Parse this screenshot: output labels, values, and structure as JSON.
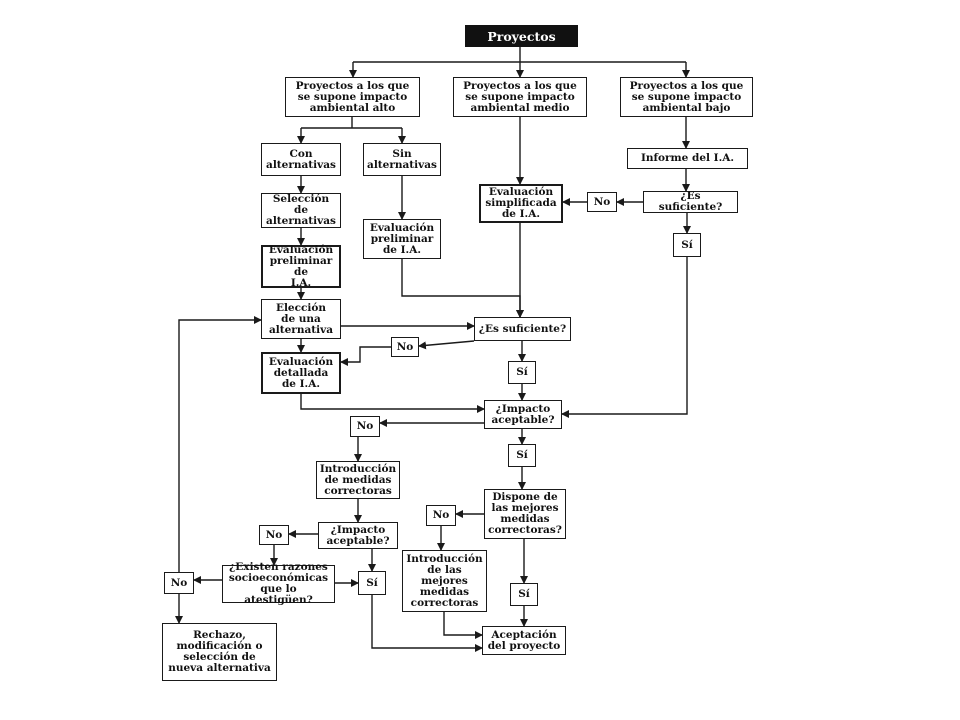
{
  "flowchart": {
    "root": "Proyectos",
    "impacto_alto": "Proyectos a los que\nse supone impacto\nambiental alto",
    "impacto_medio": "Proyectos a los que\nse supone impacto\nambiental medio",
    "impacto_bajo": "Proyectos a los que\nse supone impacto\nambiental bajo",
    "con_alternativas": "Con\nalternativas",
    "sin_alternativas": "Sin\nalternativas",
    "seleccion_alternativas": "Selección de\nalternativas",
    "evaluacion_preliminar_1": "Evaluación\npreliminar de\nI.A.",
    "evaluacion_preliminar_2": "Evaluación\npreliminar\nde I.A.",
    "eleccion_alternativa": "Elección\nde una\nalternativa",
    "evaluacion_detallada": "Evaluación\ndetallada\nde I.A.",
    "evaluacion_simplificada": "Evaluación\nsimplificada\nde I.A.",
    "informe_ia": "Informe del I.A.",
    "es_suficiente_bajo": "¿Es suficiente?",
    "no_suficiente_bajo": "No",
    "si_suficiente_bajo": "Sí",
    "es_suficiente_central": "¿Es suficiente?",
    "no_suficiente_central": "No",
    "si_suficiente_central": "Sí",
    "impacto_aceptable_1": "¿Impacto\naceptable?",
    "no_aceptable_1": "No",
    "si_aceptable_1": "Sí",
    "introduccion_medidas": "Introducción\nde medidas\ncorrectoras",
    "impacto_aceptable_2": "¿Impacto\naceptable?",
    "no_aceptable_2": "No",
    "razones_socioeconomicas": "¿Existen razones\nsocioeconómicas\nque lo atestigüen?",
    "no_razones": "No",
    "si_razones": "Sí",
    "rechazo": "Rechazo,\nmodificación o\nselección de\nnueva alternativa",
    "dispone_medidas": "Dispone de\nlas mejores\nmedidas\ncorrectoras?",
    "no_dispone": "No",
    "si_dispone": "Sí",
    "introduccion_mejores": "Introducción\nde las\nmejores\nmedidas\ncorrectoras",
    "aceptacion": "Aceptación\ndel proyecto"
  }
}
